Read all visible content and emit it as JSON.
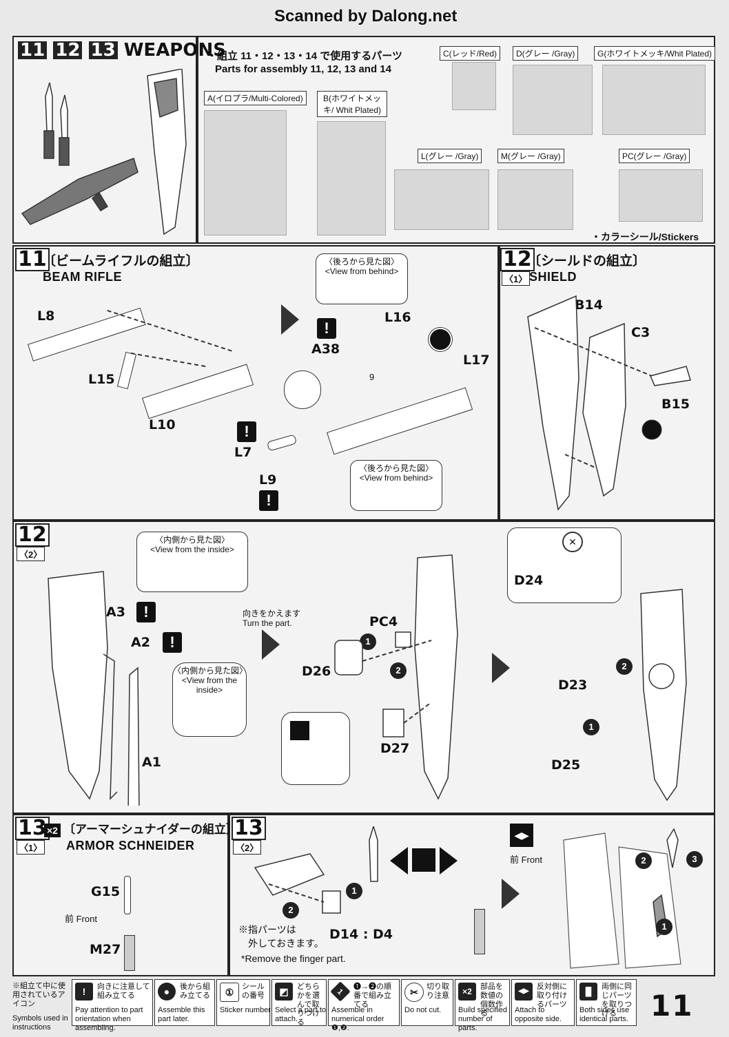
{
  "header": {
    "scan_credit": "Scanned by Dalong.net"
  },
  "weapons": {
    "steps": [
      "11",
      "12",
      "13"
    ],
    "title": "WEAPONS",
    "parts_jp": "・組立 11・12・13・14 で使用するパーツ",
    "parts_en": "Parts for assembly 11, 12, 13 and 14",
    "runners": [
      {
        "label": "A(イロプラ/Multi-Colored)"
      },
      {
        "label": "B(ホワイトメッキ/ Whit Plated)"
      },
      {
        "label": "C(レッド/Red)"
      },
      {
        "label": "D(グレー /Gray)"
      },
      {
        "label": "G(ホワイトメッキ/Whit Plated)"
      },
      {
        "label": "L(グレー /Gray)"
      },
      {
        "label": "M(グレー /Gray)"
      },
      {
        "label": "PC(グレー /Gray)"
      }
    ],
    "stickers": "・カラーシール/Stickers"
  },
  "step11": {
    "num": "11",
    "title_jp": "〔ビームライフルの組立〕",
    "title_en": "BEAM RIFLE",
    "view_behind_jp": "〈後ろから見た図〉",
    "view_behind_en": "<View from behind>",
    "labels": [
      "L8",
      "L15",
      "L10",
      "A38",
      "L16",
      "9",
      "L17",
      "L7",
      "L9"
    ]
  },
  "step12_1": {
    "num": "12",
    "sub": "〈1〉",
    "title_jp": "〔シールドの組立〕",
    "title_en": "SHIELD",
    "labels": [
      "B14",
      "C3",
      "B15"
    ]
  },
  "step12_2": {
    "num": "12",
    "sub": "〈2〉",
    "view_inside_jp": "〈内側から見た図〉",
    "view_inside_en": "<View from the inside>",
    "view_inside_en2": "<View from the inside>",
    "turn_jp": "向きをかえます",
    "turn_en": "Turn the part.",
    "labels": [
      "A3",
      "A2",
      "A1",
      "PC4",
      "D26",
      "D27",
      "D24",
      "D23",
      "D25"
    ]
  },
  "step13_1": {
    "num": "13",
    "sub": "〈1〉",
    "mult": "×2",
    "title_jp": "〔アーマーシュナイダーの組立〕",
    "title_en": "ARMOR SCHNEIDER",
    "front": "前 Front",
    "labels": [
      "G15",
      "M27"
    ]
  },
  "step13_2": {
    "num": "13",
    "sub": "〈2〉",
    "note_jp": "※指パーツは\n　外しておきます。",
    "note_en": "*Remove the finger part.",
    "swap": "D14 : D4",
    "front": "前 Front"
  },
  "legend": {
    "intro_jp": "※組立て中に使用されているアイコン",
    "intro_en": "Symbols used in instructions",
    "items": [
      {
        "icon": "!",
        "jp": "向きに注意して組み立てる",
        "en": "Pay attention to part orientation when assembling."
      },
      {
        "icon": "●",
        "jp": "後から組み立てる",
        "en": "Assemble this part later."
      },
      {
        "icon": "①",
        "jp": "シールの番号",
        "en": "Sticker number"
      },
      {
        "icon": "◩",
        "jp": "どちらかを選んで取りつける",
        "en": "Select a part to attach."
      },
      {
        "icon": "1",
        "jp": "❶→❷の順番で組み立てる",
        "en": "Assemble in numerical order ❶,❷."
      },
      {
        "icon": "✂",
        "jp": "切り取り注意",
        "en": "Do not cut."
      },
      {
        "icon": "×2",
        "jp": "部品を数値の個数作る",
        "en": "Build specified number of parts."
      },
      {
        "icon": "◀▶",
        "jp": "反対側に取り付けるパーツ",
        "en": "Attach to opposite side."
      },
      {
        "icon": "▐▌",
        "jp": "両側に同じパーツを取りつける",
        "en": "Both sides use identical parts."
      }
    ]
  },
  "page_number": "11"
}
